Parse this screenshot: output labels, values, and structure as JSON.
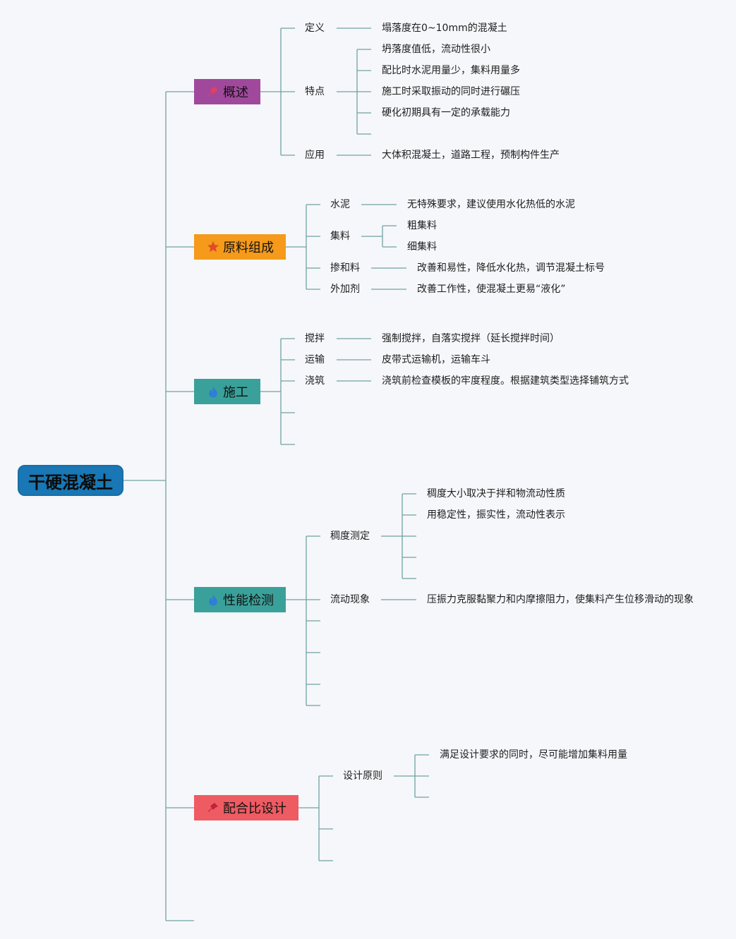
{
  "root": {
    "label": "干硬混凝土"
  },
  "colors": {
    "root": "#1877b4",
    "line": "#6fa3a0",
    "overview": "#a0499c",
    "materials": "#f59a1a",
    "construction": "#3aa19a",
    "testing": "#3aa19a",
    "mix": "#ef5b62"
  },
  "overview": {
    "label": "概述",
    "icon": "pushpin-icon",
    "definition": {
      "label": "定义",
      "text": "塌落度在0~10mm的混凝土"
    },
    "features": {
      "label": "特点",
      "items": [
        "坍落度值低，流动性很小",
        "配比时水泥用量少，集料用量多",
        "施工时采取振动的同时进行碾压",
        "硬化初期具有一定的承载能力"
      ]
    },
    "application": {
      "label": "应用",
      "text": "大体积混凝土，道路工程，预制构件生产"
    }
  },
  "materials": {
    "label": "原料组成",
    "icon": "star-icon",
    "cement": {
      "label": "水泥",
      "text": "无特殊要求，建议使用水化热低的水泥"
    },
    "aggregate": {
      "label": "集料",
      "items": [
        "粗集料",
        "细集料"
      ]
    },
    "admixture": {
      "label": "掺和料",
      "text": "改善和易性，降低水化热，调节混凝土标号"
    },
    "additive": {
      "label": "外加剂",
      "text": "改善工作性，使混凝土更易“液化”"
    }
  },
  "construction": {
    "label": "施工",
    "icon": "flame-icon",
    "mixing": {
      "label": "搅拌",
      "text": "强制搅拌，自落实搅拌（延长搅拌时间）"
    },
    "transport": {
      "label": "运输",
      "text": "皮带式运输机，运输车斗"
    },
    "pouring": {
      "label": "浇筑",
      "text": "浇筑前检查模板的牢度程度。根据建筑类型选择铺筑方式"
    }
  },
  "testing": {
    "label": "性能检测",
    "icon": "flame-icon",
    "consistency": {
      "label": "稠度测定",
      "items": [
        "稠度大小取决于拌和物流动性质",
        "用稳定性，振实性，流动性表示"
      ]
    },
    "flow": {
      "label": "流动现象",
      "text": "压振力克服黏聚力和内摩擦阻力，使集料产生位移滑动的现象"
    }
  },
  "mix": {
    "label": "配合比设计",
    "icon": "pushpin-icon",
    "principle": {
      "label": "设计原则",
      "items": [
        "满足设计要求的同时，尽可能增加集料用量"
      ]
    }
  }
}
